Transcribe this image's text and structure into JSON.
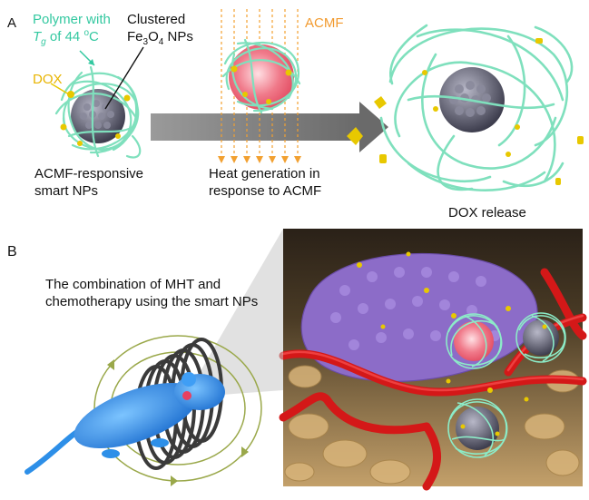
{
  "panel_a": {
    "letter": "A",
    "polymer_label_1": "Polymer with",
    "polymer_label_2_tg": "T",
    "polymer_label_2_sub": "g",
    "polymer_label_2_rest": " of 44 ",
    "polymer_label_2_sup": "o",
    "polymer_label_2_unit": "C",
    "clustered_label": "Clustered",
    "fe_label_fe": "Fe",
    "fe_label_sub3": "3",
    "fe_label_o": "O",
    "fe_label_sub4": "4",
    "fe_label_rest": " NPs",
    "dox_label": "DOX",
    "acmf_label": "ACMF",
    "smart_np_label_1": "ACMF-responsive",
    "smart_np_label_2": "smart NPs",
    "heat_label_1": "Heat generation in",
    "heat_label_2": "response to ACMF",
    "release_label": "DOX release"
  },
  "panel_b": {
    "letter": "B",
    "combo_label_1": "The combination of MHT and",
    "combo_label_2": "chemotherapy using the smart NPs"
  },
  "colors": {
    "polymer": "#7fe0bd",
    "polymer_label": "#33c8a0",
    "dox": "#e8c800",
    "acmf": "#f29a2e",
    "arrow": "#7f7f7f",
    "core": "#6a6a7a",
    "mouse": "#2d8fe8",
    "tumor": "#8c6cc8",
    "vessel": "#d41818"
  }
}
